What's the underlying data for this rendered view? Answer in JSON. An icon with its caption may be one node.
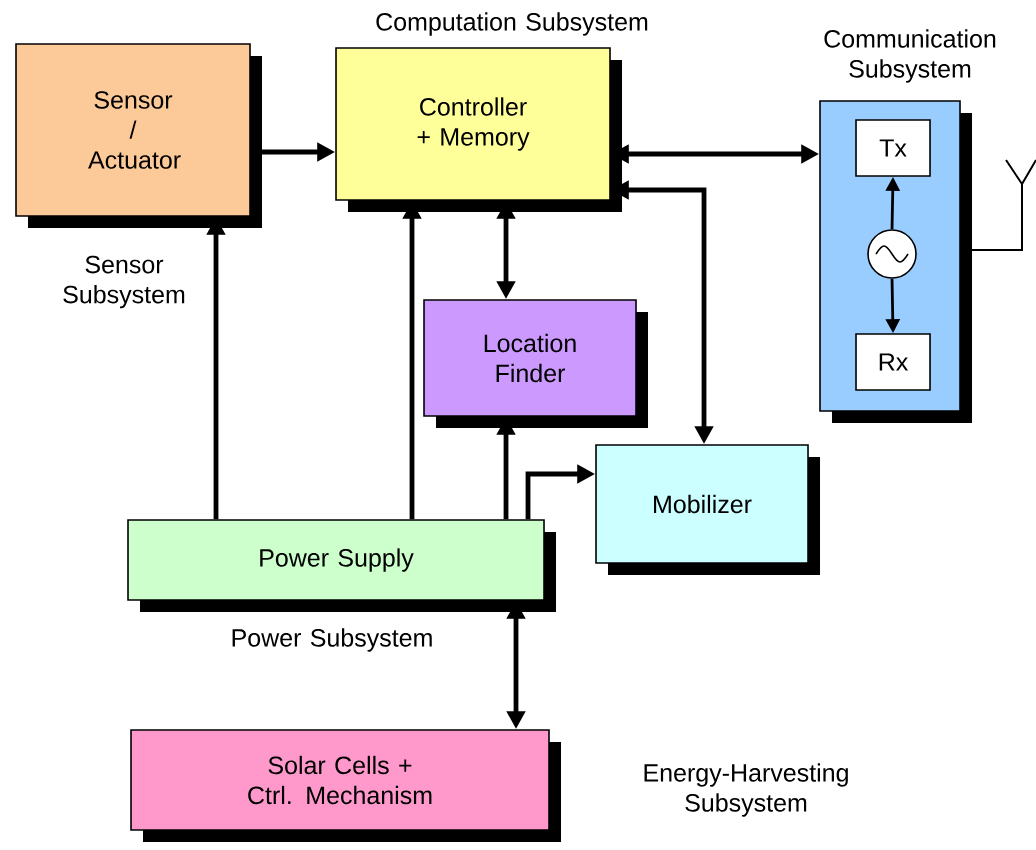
{
  "diagram": {
    "nodes": [
      {
        "text": [
          "Sensor / Actuator"
        ],
        "beside": [
          "Sensor Subsystem"
        ]
      },
      {
        "text": [
          "Controller + Memory"
        ],
        "beside": [
          "Computation Subsystem"
        ]
      },
      {
        "text": [
          "Communication Subsystem"
        ]
      },
      {
        "text": [
          "Tx"
        ],
        "in": 2
      },
      {
        "text": [],
        "shape": "circle",
        "in": 2
      },
      {
        "text": [
          "Rx"
        ],
        "in": 2
      },
      {
        "text": [
          "Location Finder"
        ]
      },
      {
        "text": [
          "Mobilizer"
        ]
      },
      {
        "text": [
          "Power Supply"
        ],
        "beside": [
          "Power Subsystem"
        ]
      },
      {
        "text": [
          "Solar Cells + Ctrl. Mechanism"
        ],
        "beside": [
          "Energy-Harvesting Subsystem"
        ]
      }
    ],
    "edges": [
      {
        "from": 0,
        "to": 1,
        "arrow": "to"
      },
      {
        "from": 1,
        "to": 2,
        "arrow": "both"
      },
      {
        "from": 4,
        "to": 3,
        "arrow": "to"
      },
      {
        "from": 4,
        "to": 5,
        "arrow": "to"
      },
      {
        "from": 1,
        "to": 6,
        "arrow": "both"
      },
      {
        "from": 1,
        "to": 7,
        "arrow": "both"
      },
      {
        "from": 8,
        "to": 0,
        "arrow": "to"
      },
      {
        "from": 8,
        "to": 1,
        "arrow": "to"
      },
      {
        "from": 8,
        "to": 6,
        "arrow": "to"
      },
      {
        "from": 8,
        "to": 7,
        "arrow": "to"
      },
      {
        "from": 8,
        "to": 9,
        "arrow": "both"
      }
    ]
  }
}
